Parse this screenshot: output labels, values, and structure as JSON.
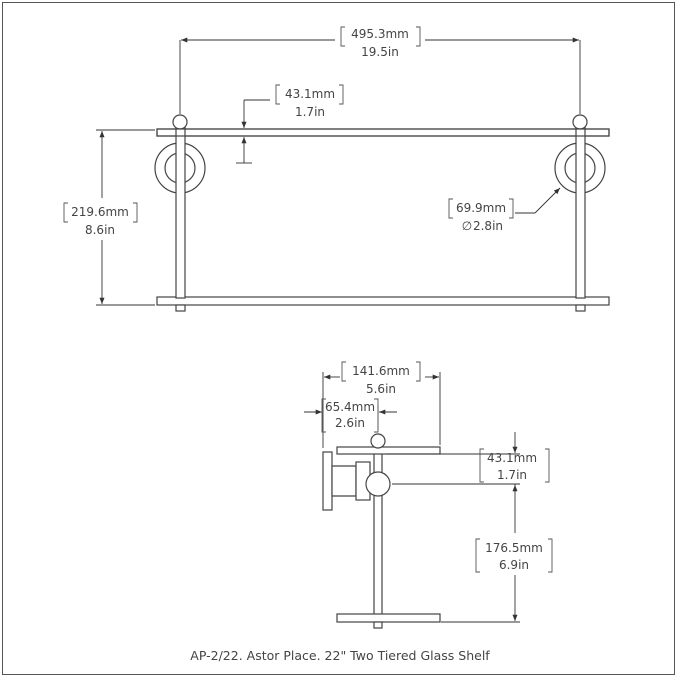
{
  "dimensions": {
    "total_width": {
      "mm": "495.3mm",
      "in": "19.5in"
    },
    "rod_drop": {
      "mm": "43.1mm",
      "in": "1.7in"
    },
    "total_height": {
      "mm": "219.6mm",
      "in": "8.6in"
    },
    "flange_diameter": {
      "mm": "69.9mm",
      "in": "2.8in",
      "symbol": "∅"
    },
    "shelf_depth": {
      "mm": "141.6mm",
      "in": "5.6in"
    },
    "wall_offset": {
      "mm": "65.4mm",
      "in": "2.6in"
    },
    "side_drop": {
      "mm": "43.1mm",
      "in": "1.7in"
    },
    "tier_gap": {
      "mm": "176.5mm",
      "in": "6.9in"
    }
  },
  "caption": "AP-2/22. Astor Place. 22\" Two Tiered Glass Shelf"
}
